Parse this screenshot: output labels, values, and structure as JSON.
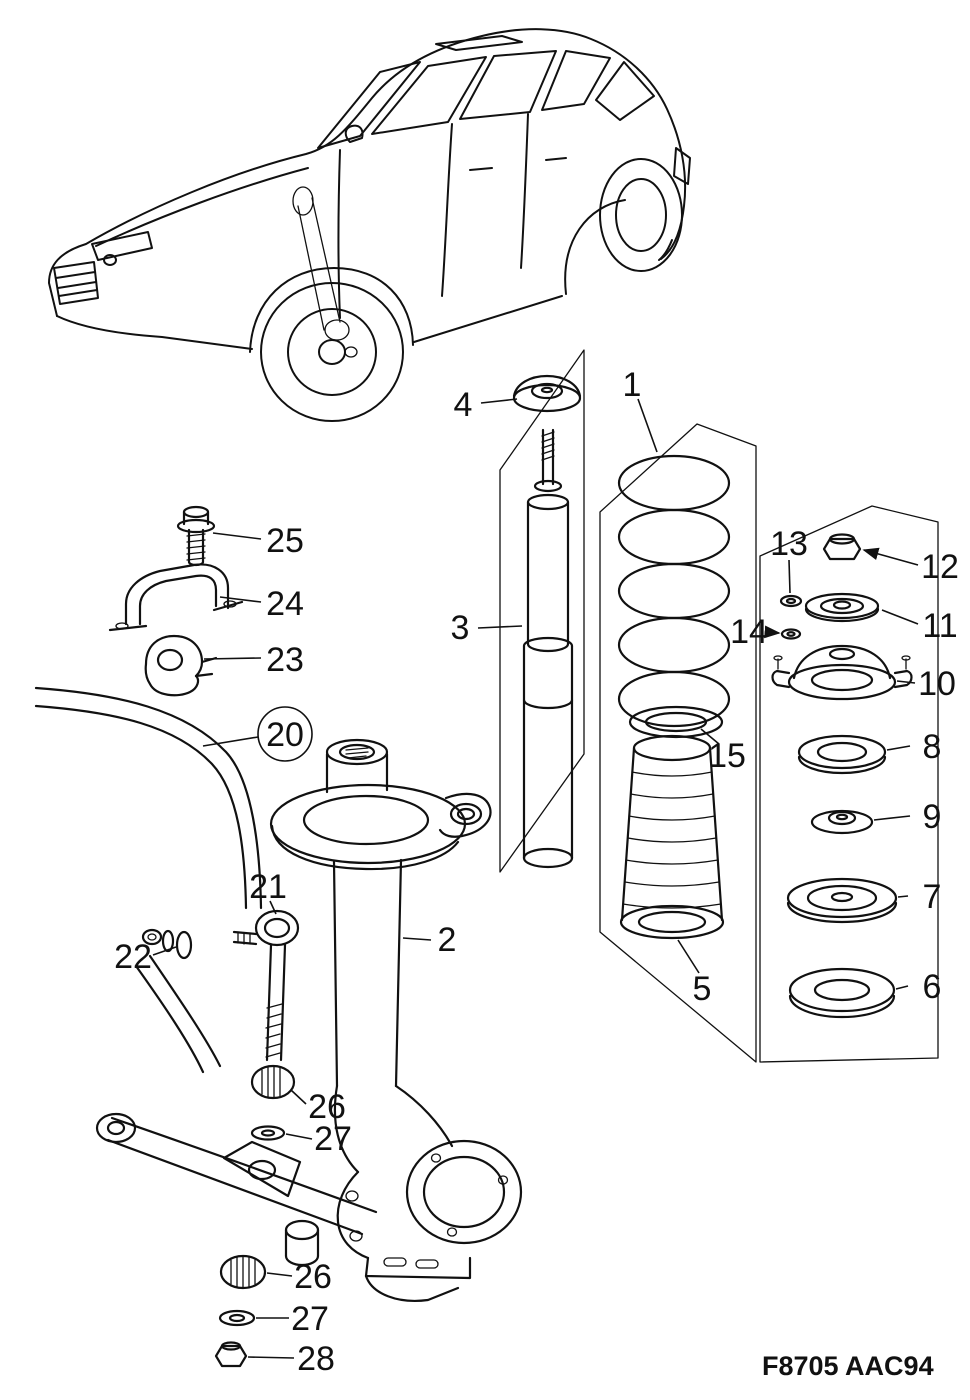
{
  "figure": {
    "code": "F8705 AAC94"
  },
  "colors": {
    "ink": "#111111",
    "paper": "#ffffff"
  },
  "callouts": [
    {
      "label": "4"
    },
    {
      "label": "1"
    },
    {
      "label": "3"
    },
    {
      "label": "25"
    },
    {
      "label": "24"
    },
    {
      "label": "23"
    },
    {
      "label": "20",
      "circled": true
    },
    {
      "label": "13"
    },
    {
      "label": "12"
    },
    {
      "label": "14"
    },
    {
      "label": "11"
    },
    {
      "label": "10"
    },
    {
      "label": "8"
    },
    {
      "label": "9"
    },
    {
      "label": "7"
    },
    {
      "label": "6"
    },
    {
      "label": "15"
    },
    {
      "label": "5"
    },
    {
      "label": "2"
    },
    {
      "label": "21"
    },
    {
      "label": "22"
    },
    {
      "label": "26"
    },
    {
      "label": "27"
    },
    {
      "label": "26"
    },
    {
      "label": "27"
    },
    {
      "label": "28"
    }
  ]
}
